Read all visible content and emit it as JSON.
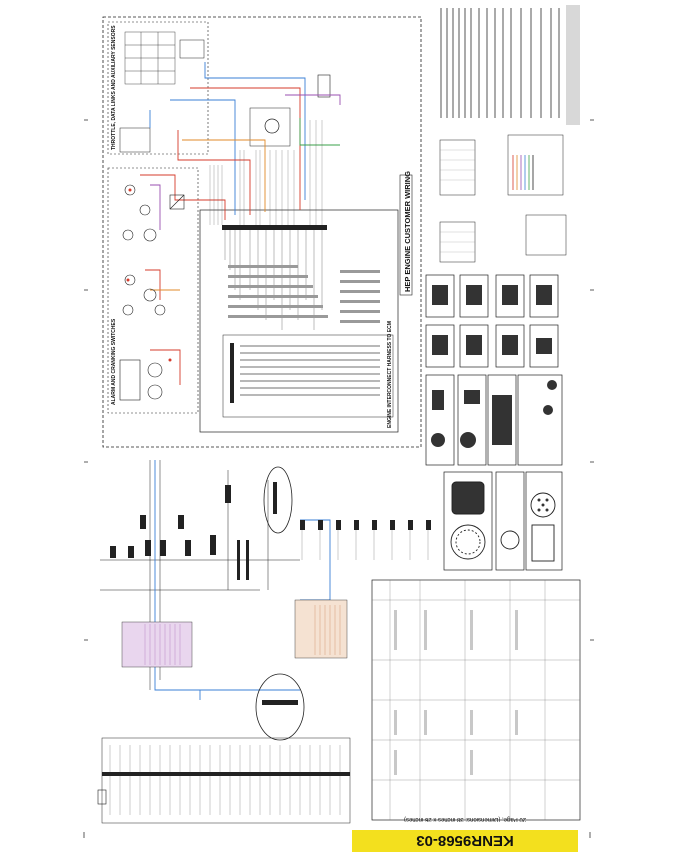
{
  "document": {
    "number": "KENR9568-03",
    "subtitle": "20 Page, (Dimensions: 38 inches x 26 inches)"
  },
  "sections": {
    "main_title": "HEP ENGINE CUSTOMER WIRING",
    "left_label_top": "THROTTLE, DATA LINKS AND AUXILIARY SENSORS",
    "left_label_bottom": "ALARM AND CRANKING SWITCHES",
    "bottom_label": "ENGINE INTERCONNECT HARNESS TO ECM"
  },
  "colors": {
    "banner": "#f3e01e",
    "wire_red": "#d63b2b",
    "wire_blue": "#3a7fd6",
    "wire_orange": "#e08a2a",
    "wire_purple": "#9a4fb0",
    "wire_green": "#3aa04a",
    "wire_black": "#222222"
  }
}
